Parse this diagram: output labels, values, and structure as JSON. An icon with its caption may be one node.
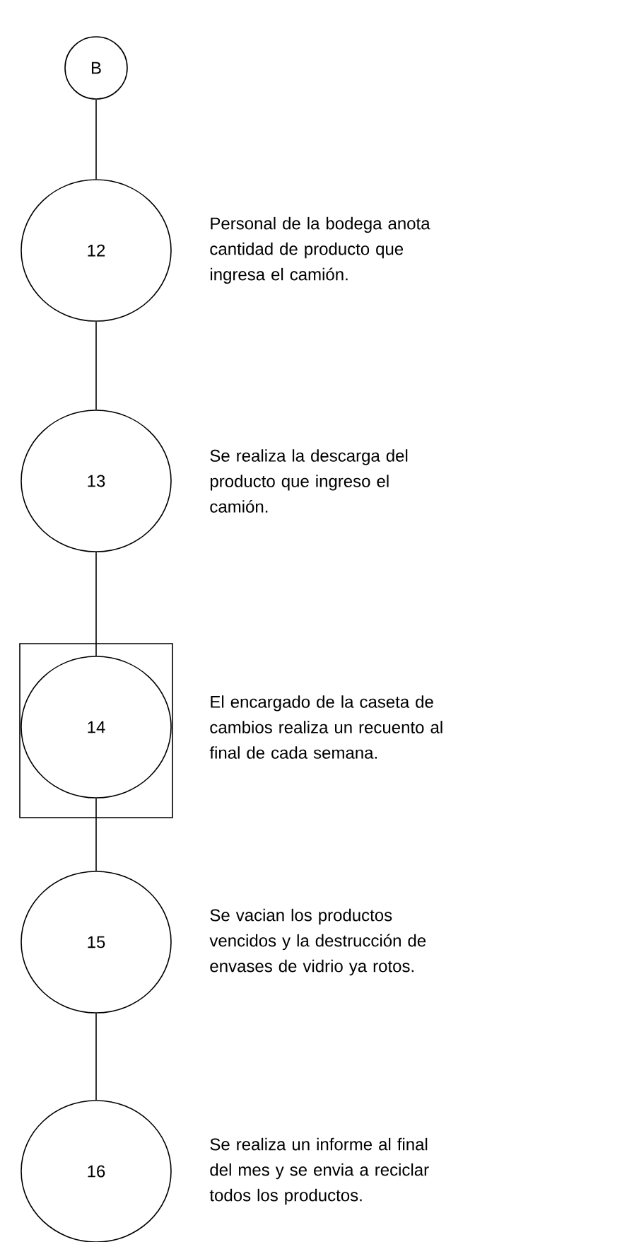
{
  "diagram": {
    "nodes": [
      {
        "text": [
          "B"
        ]
      },
      {
        "text": [
          "12"
        ],
        "beside": [
          "Personal de la bodega anota cantidad de producto que ingresa el camión."
        ]
      },
      {
        "text": [
          "13"
        ],
        "beside": [
          "Se realiza la descarga del producto que ingreso el camión."
        ]
      },
      {
        "text": [
          "14"
        ],
        "beside": [
          "El encargado de la caseta de cambios realiza un recuento al final de cada semana."
        ]
      },
      {
        "text": [
          "15"
        ],
        "beside": [
          "Se vacian los productos vencidos y la destrucción de envases de vidrio ya rotos."
        ]
      },
      {
        "text": [
          "16"
        ],
        "beside": [
          "Se realiza un informe al final del mes y se envia a reciclar todos los productos."
        ]
      }
    ],
    "edges": [
      {
        "from": 0,
        "to": 1,
        "arrow": "none"
      },
      {
        "from": 1,
        "to": 2,
        "arrow": "none"
      },
      {
        "from": 2,
        "to": 3,
        "arrow": "none"
      },
      {
        "from": 3,
        "to": 4,
        "arrow": "none"
      },
      {
        "from": 4,
        "to": 5,
        "arrow": "none"
      }
    ]
  }
}
